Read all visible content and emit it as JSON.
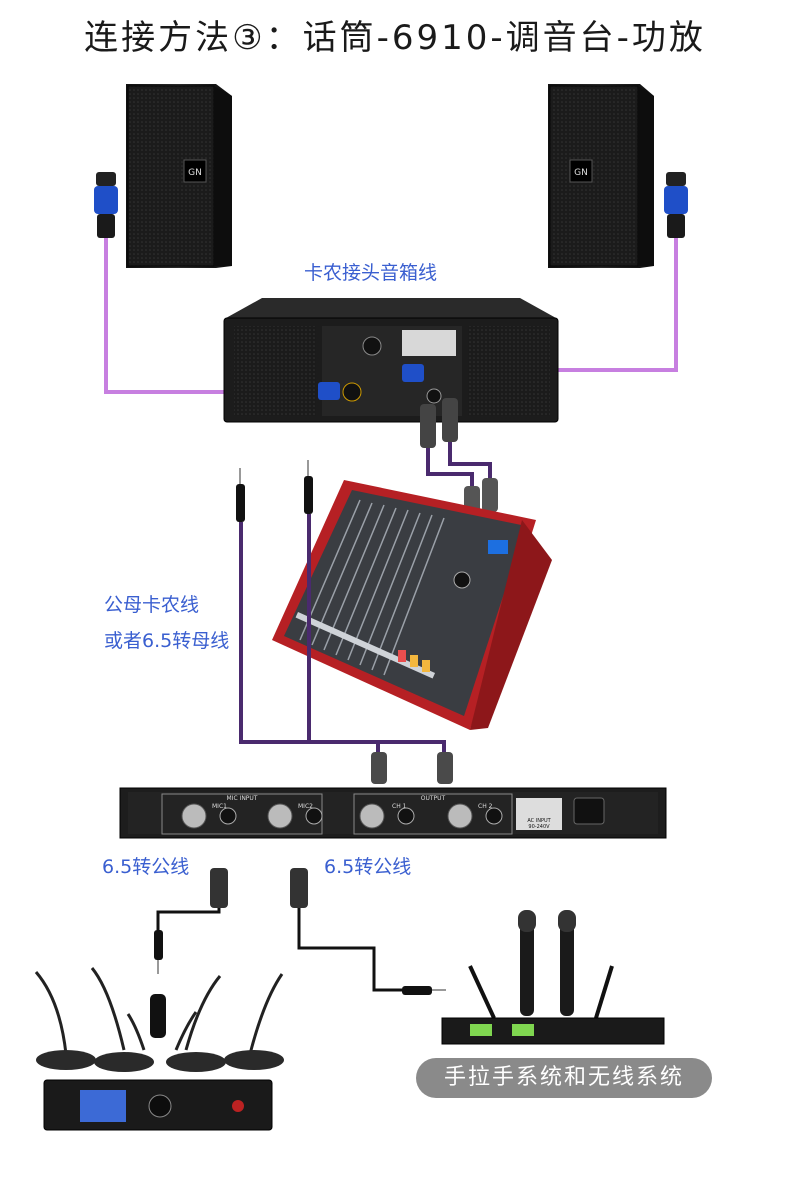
{
  "title": "连接方法③：话筒-6910-调音台-功放",
  "labels": {
    "speaker_cable": "卡农接头音箱线",
    "mf_xlr_line1": "公母卡农线",
    "mf_xlr_line2": "或者6.5转母线",
    "jack_to_male_left": "6.5转公线",
    "jack_to_male_right": "6.5转公线",
    "systems": "手拉手系统和无线系统"
  },
  "device_text": {
    "speaker_logo": "GN",
    "processor_mic_input": "MIC INPUT",
    "processor_mic1": "MIC1",
    "processor_mic2": "MIC2",
    "processor_output": "OUTPUT",
    "processor_ch1": "CH 1",
    "processor_ch2": "CH 2",
    "processor_ac": "AC INPUT",
    "processor_ac_range": "90-240V"
  },
  "colors": {
    "cable_purple": "#c77fe0",
    "cable_dark": "#4a2a6e",
    "label_blue": "#3a5fd0"
  }
}
